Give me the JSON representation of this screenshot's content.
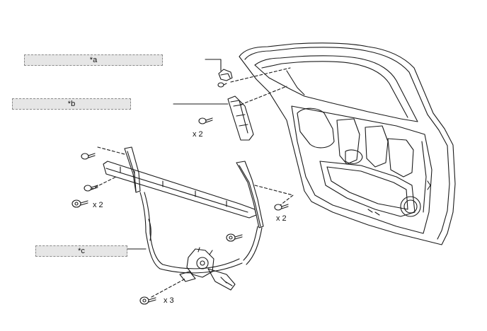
{
  "callouts": {
    "a": "*a",
    "b": "*b",
    "c": "*c"
  },
  "quantities": {
    "hinge_bolts": "x 2",
    "upper_left_bolts": "x 2",
    "right_bolts": "x 2",
    "regulator_bolts": "x 3"
  },
  "colors": {
    "line": "#1a1a1a",
    "callout_fill": "#e6e6e6",
    "callout_border": "#8a8a8a"
  }
}
